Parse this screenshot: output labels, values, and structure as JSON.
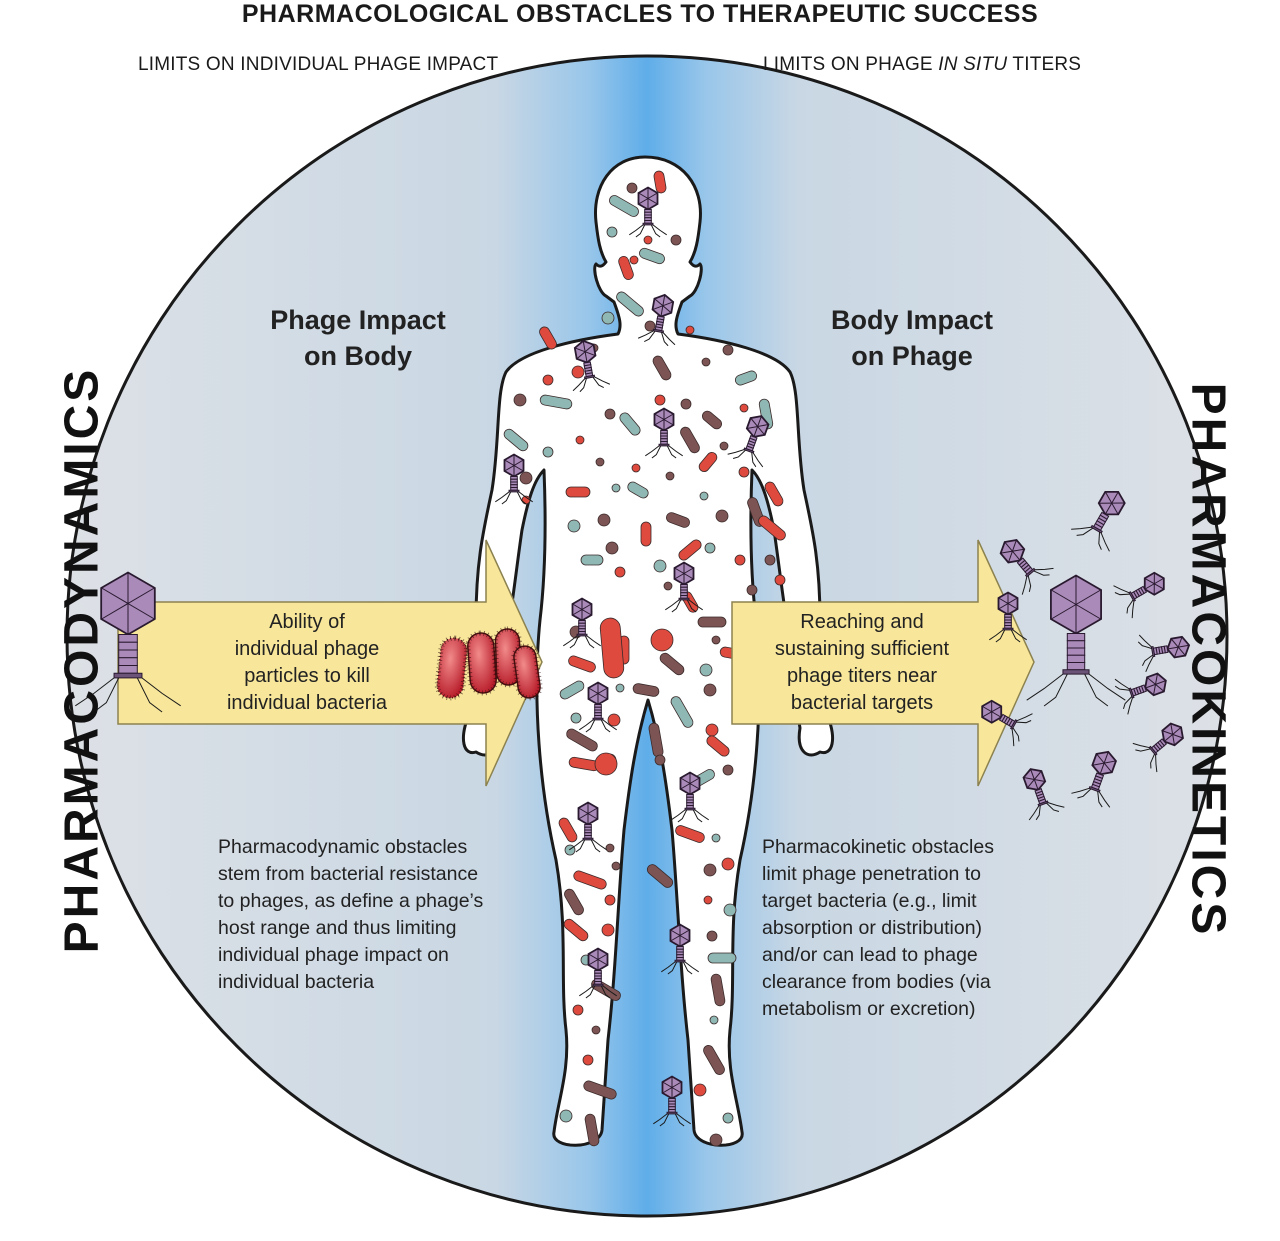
{
  "title": "PHARMACOLOGICAL OBSTACLES TO THERAPEUTIC SUCCESS",
  "subtitle_left": "LIMITS ON INDIVIDUAL PHAGE IMPACT",
  "subtitle_right_pre": "LIMITS ON PHAGE",
  "subtitle_right_em": "IN SITU",
  "subtitle_right_post": "TITERS",
  "left_side_label": "PHARMACODYNAMICS",
  "right_side_label": "PHARMACOKINETICS",
  "left_heading": [
    "Phage Impact",
    "on Body"
  ],
  "right_heading": [
    "Body Impact",
    "on Phage"
  ],
  "left_arrow_text": [
    "Ability of",
    "individual phage",
    "particles to kill",
    "individual bacteria"
  ],
  "right_arrow_text": [
    "Reaching and",
    "sustaining sufficient",
    "phage titers near",
    "bacterial targets"
  ],
  "left_paragraph": [
    "Pharmacodynamic obstacles",
    "stem from bacterial resistance",
    "to phages, as define a phage’s",
    "host range and thus limiting",
    "individual phage impact on",
    "individual bacteria"
  ],
  "right_paragraph": [
    "Pharmacokinetic obstacles",
    "limit phage penetration to",
    "target bacteria (e.g., limit",
    "absorption or distribution)",
    "and/or can lead to phage",
    "clearance from bodies (via",
    "metabolism or excretion)"
  ],
  "colors": {
    "circle_gray": "#dde1e6",
    "center_blue": "#62aee8",
    "arrow_yellow": "#f8e79a",
    "arrow_outline": "#8c8250",
    "phage_purple": "#a98ab8",
    "bacteria_red": "#de4a3e",
    "bacteria_teal": "#8fb7b3",
    "bacteria_brown": "#7d5454"
  },
  "icons": [
    "phage-icon",
    "bacterium-icon",
    "human-body-outline"
  ]
}
